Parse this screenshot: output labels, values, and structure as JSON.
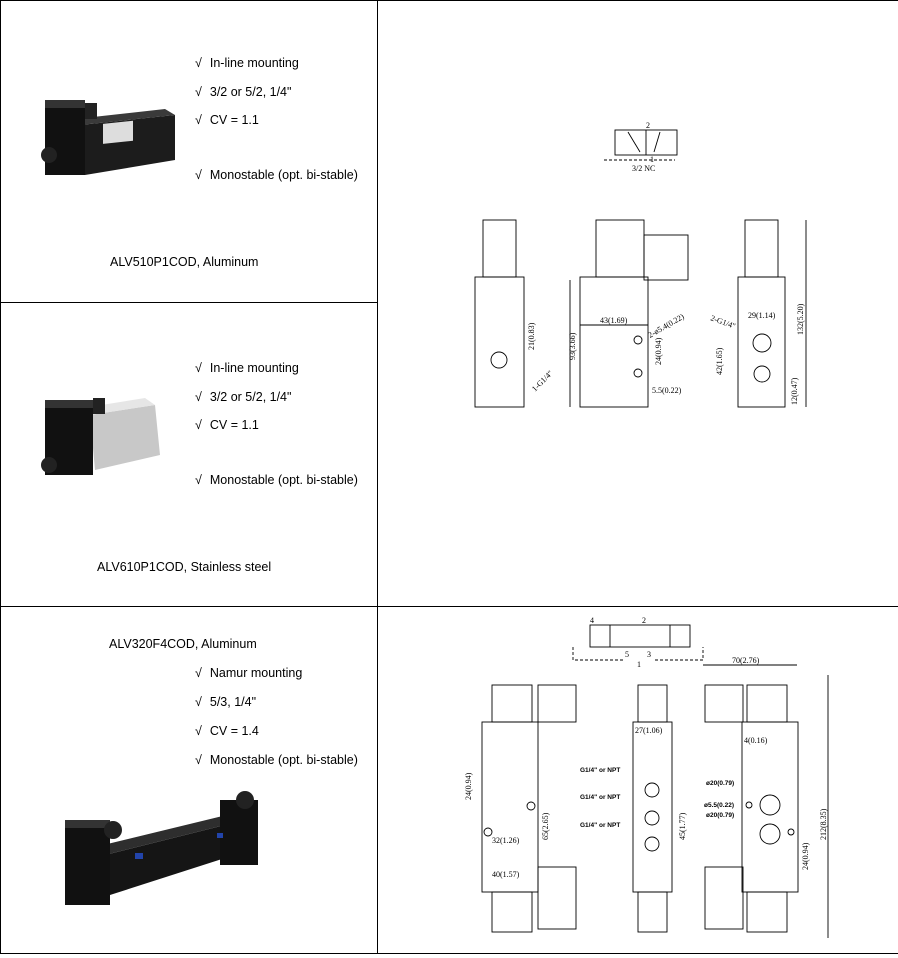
{
  "products": [
    {
      "name": "ALV510P1COD, Aluminum",
      "features": [
        "In-line mounting",
        "3/2 or 5/2, 1/4\"",
        "CV = 1.1",
        "Monostable (opt. bi-stable)"
      ]
    },
    {
      "name": "ALV610P1COD, Stainless steel",
      "features": [
        "In-line mounting",
        "3/2 or 5/2, 1/4\"",
        "CV = 1.1",
        "Monostable (opt. bi-stable)"
      ]
    },
    {
      "name": "ALV320F4COD, Aluminum",
      "features": [
        "Namur mounting",
        "5/3, 1/4\"",
        "CV = 1.4",
        "Monostable (opt. bi-stable)"
      ]
    }
  ],
  "check": "√",
  "drawing1": {
    "symbol": "3/2 NC",
    "port2": "2",
    "port1": "1",
    "dims": [
      "21(0.83)",
      "1-G1/4\"",
      "93(3.66)",
      "43(1.69)",
      "2-ø5.4(0.22)",
      "24(0.94)",
      "5.5(0.22)",
      "2-G1/4\"",
      "29(1.14)",
      "42(1.65)",
      "12(0.47)",
      "132(5.20)"
    ]
  },
  "drawing2": {
    "ports": [
      "4",
      "2",
      "5",
      "1",
      "3"
    ],
    "dims": [
      "24(0.94)",
      "65(2.65)",
      "32(1.26)",
      "40(1.57)",
      "27(1.06)",
      "G1/4\" or NPT",
      "G1/4\" or NPT",
      "G1/4\" or NPT",
      "45(1.77)",
      "70(2.76)",
      "4(0.16)",
      "ø20(0.79)",
      "ø5.5(0.22)",
      "ø20(0.79)",
      "212(8.35)",
      "24(0.94)"
    ]
  }
}
